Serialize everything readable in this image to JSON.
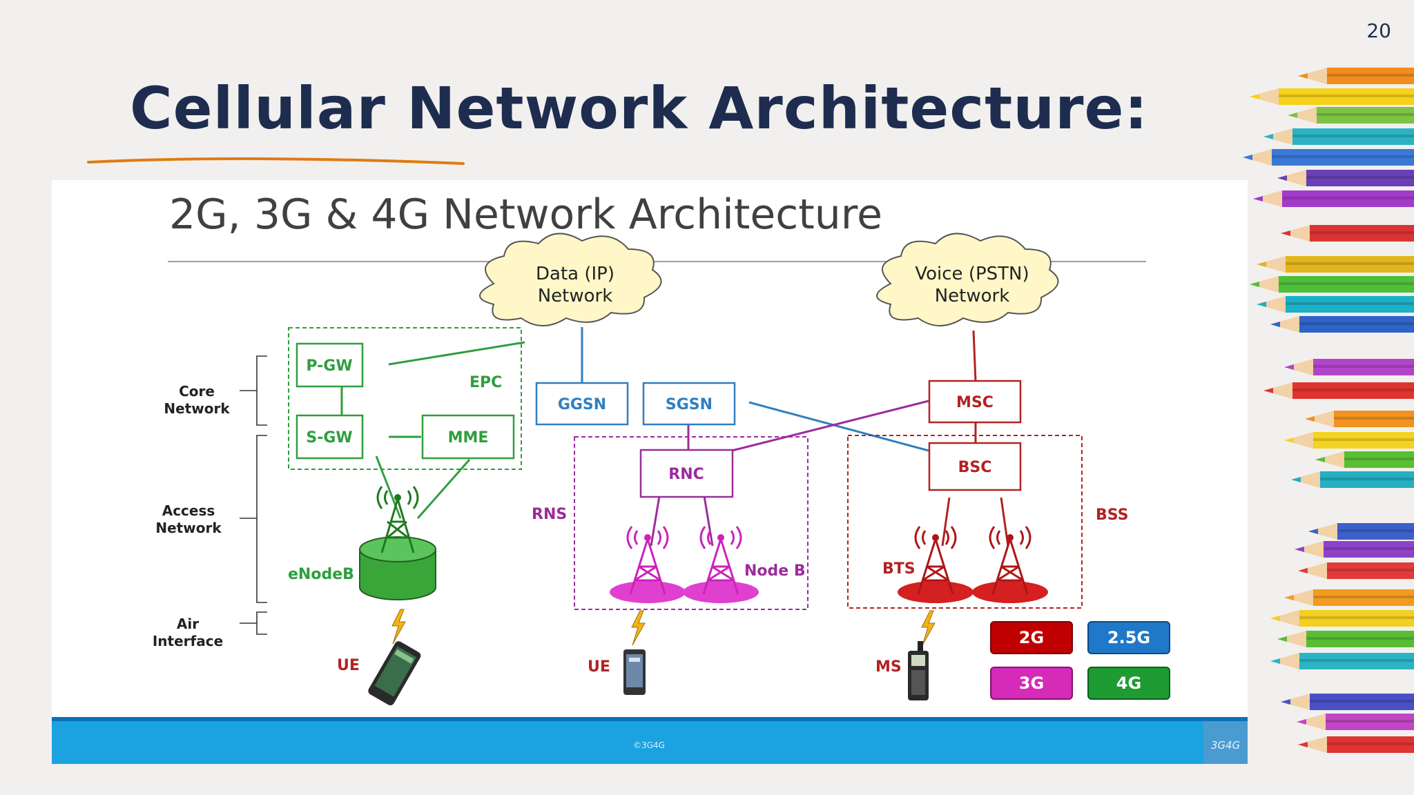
{
  "page": {
    "number": "20",
    "title": "Cellular Network Architecture:"
  },
  "figure": {
    "heading": "2G, 3G & 4G Network Architecture",
    "layers": {
      "core": [
        "Core",
        "Network"
      ],
      "access": [
        "Access",
        "Network"
      ],
      "air": [
        "Air",
        "Interface"
      ]
    },
    "clouds": {
      "data": [
        "Data (IP)",
        "Network"
      ],
      "voice": [
        "Voice (PSTN)",
        "Network"
      ]
    },
    "nodes": {
      "pgw": "P-GW",
      "sgw": "S-GW",
      "mme": "MME",
      "epc": "EPC",
      "enodeb": "eNodeB",
      "ggsn": "GGSN",
      "sgsn": "SGSN",
      "rnc": "RNC",
      "rns": "RNS",
      "nodeb": "Node B",
      "msc": "MSC",
      "bsc": "BSC",
      "bss": "BSS",
      "bts": "BTS"
    },
    "devices": {
      "ue4g": "UE",
      "ue3g": "UE",
      "ms": "MS"
    },
    "legend": [
      {
        "label": "2G",
        "color": "#c00000"
      },
      {
        "label": "2.5G",
        "color": "#1f78c8"
      },
      {
        "label": "3G",
        "color": "#d62ab8"
      },
      {
        "label": "4G",
        "color": "#1e9b32"
      }
    ],
    "footer": {
      "copyright": "©3G4G",
      "brand": "3G4G"
    },
    "colors": {
      "g2": "#b22222",
      "g25": "#2f7fc1",
      "g3": "#9b2c9b",
      "g4": "#2e9e3e",
      "footer": "#1aa3e0"
    }
  }
}
